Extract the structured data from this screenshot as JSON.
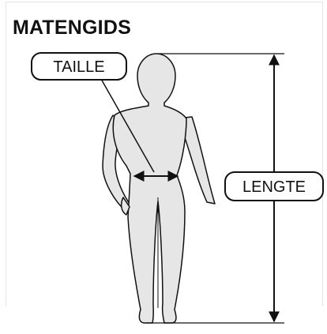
{
  "guide": {
    "title": "MATENGIDS",
    "labels": {
      "waist": "TAILLE",
      "length": "LENGTE"
    },
    "colors": {
      "figure_fill": "#e6e6e6",
      "outline": "#111111",
      "frame": "#e4e4e4"
    }
  }
}
